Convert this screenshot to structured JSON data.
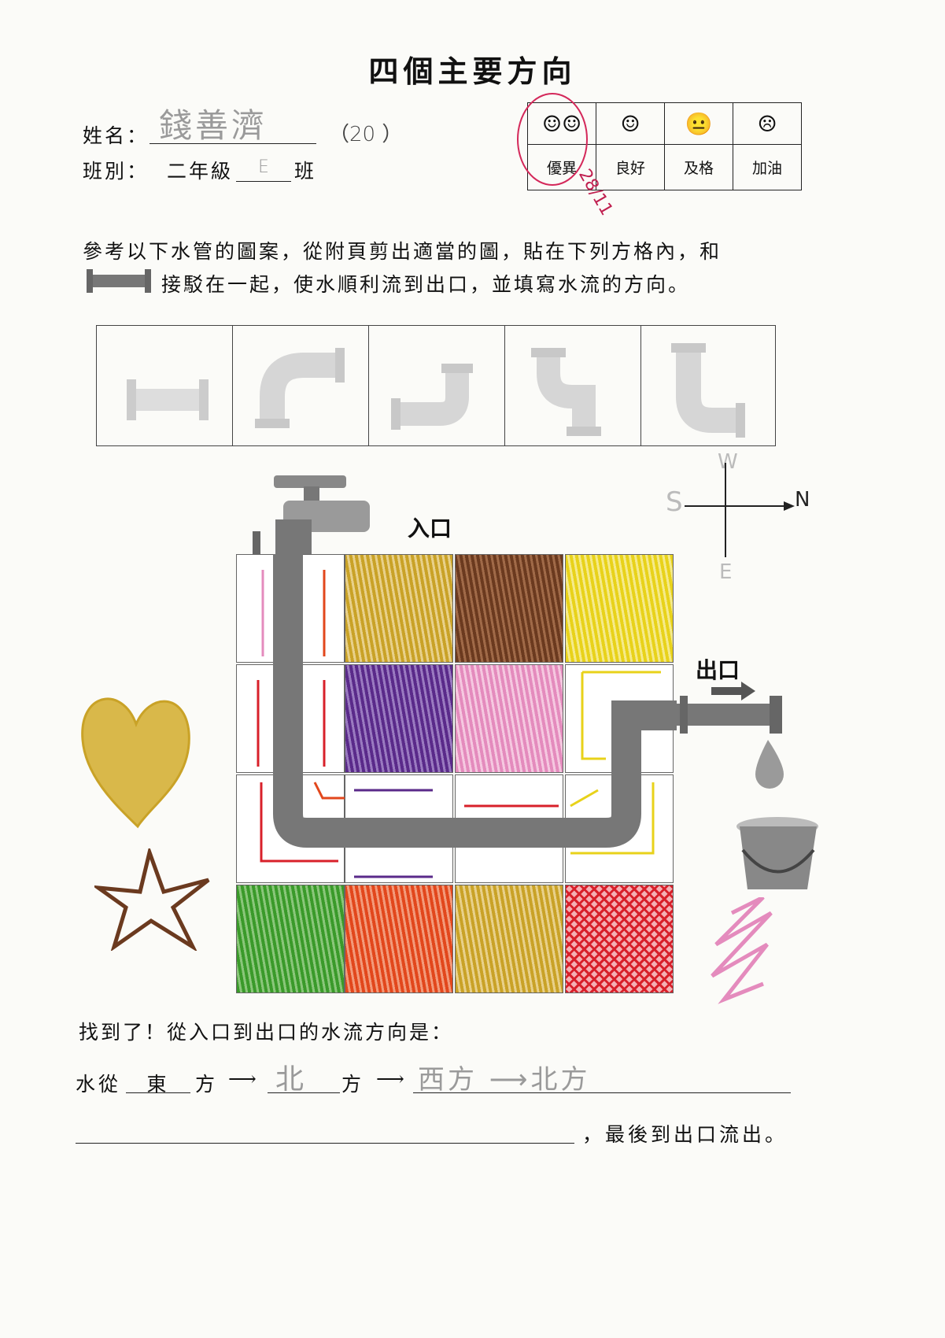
{
  "title": "四個主要方向",
  "name_field": {
    "label": "姓名：",
    "value": "錢善濟",
    "number": "（20 ）"
  },
  "class_field": {
    "label": "班別：",
    "grade": "二年級",
    "class_value": "E",
    "suffix": "班"
  },
  "grading": {
    "faces": [
      "☺☺",
      "☺",
      "😐",
      "☹"
    ],
    "labels": [
      "優異",
      "良好",
      "及格",
      "加油"
    ],
    "mark": "28/11"
  },
  "instructions": {
    "line1": "參考以下水管的圖案，從附頁剪出適當的圖，貼在下列方格內，和",
    "line2": "接駁在一起，使水順利流到出口，並填寫水流的方向。"
  },
  "compass": {
    "west": "W",
    "south": "S",
    "north": "N",
    "east": "E"
  },
  "entrance_label": "入口",
  "exit_label": "出口",
  "question": "找到了！從入口到出口的水流方向是：",
  "answer": {
    "prefix": "水從",
    "first": "東",
    "unit": "方",
    "arrow": "⟶",
    "second": "北",
    "rest": "西方 ⟶北方",
    "ending": "，最後到出口流出。"
  },
  "colors": {
    "pipe": "#777777",
    "gold": "#c9a227",
    "brown": "#6b3a1f",
    "yellow": "#e8d21a",
    "purple": "#5a2a8a",
    "pink": "#e48bbd",
    "green": "#3a9a2a",
    "orange": "#e2471c",
    "red": "#d8202a"
  }
}
